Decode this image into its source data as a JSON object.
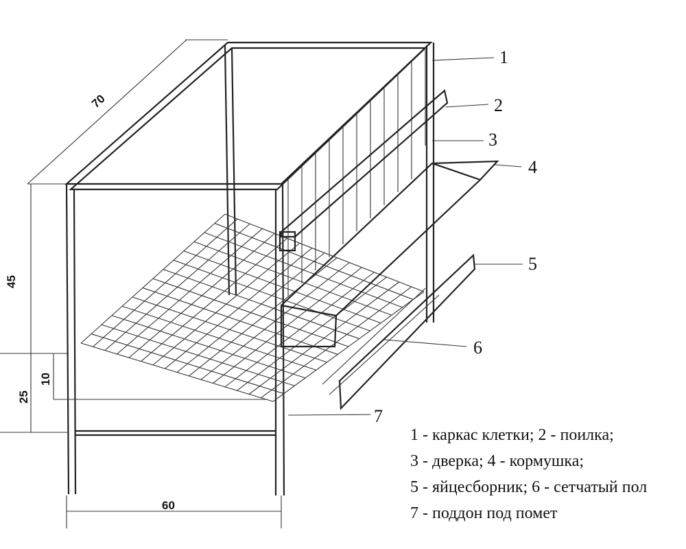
{
  "dimensions": {
    "depth": "70",
    "height": "45",
    "leg_height": "25",
    "pan_height": "10",
    "width": "60"
  },
  "callouts": [
    "1",
    "2",
    "3",
    "4",
    "5",
    "6",
    "7"
  ],
  "legend": [
    "1 - каркас клетки; 2 - поилка;",
    "3 - дверка; 4 - кормушка;",
    "5 - яйцесборник; 6 - сетчатый пол",
    "7 - поддон под помет"
  ]
}
